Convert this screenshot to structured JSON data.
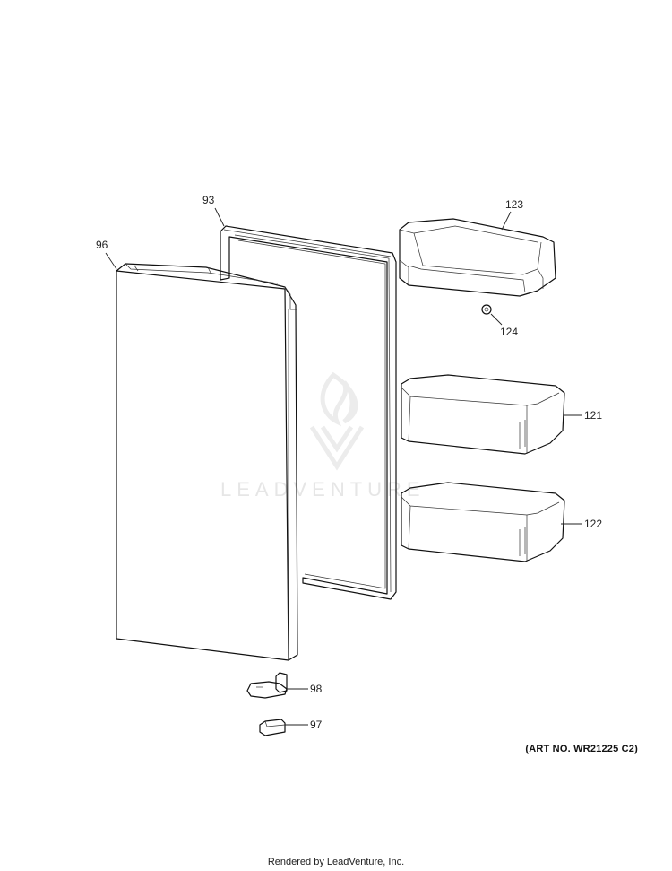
{
  "watermark": {
    "text": "LEADVENTURE"
  },
  "callouts": {
    "c93": "93",
    "c96": "96",
    "c123": "123",
    "c124": "124",
    "c121": "121",
    "c122": "122",
    "c98": "98",
    "c97": "97"
  },
  "art_number": "(ART NO. WR21225 C2)",
  "footer": "Rendered by LeadVenture, Inc."
}
